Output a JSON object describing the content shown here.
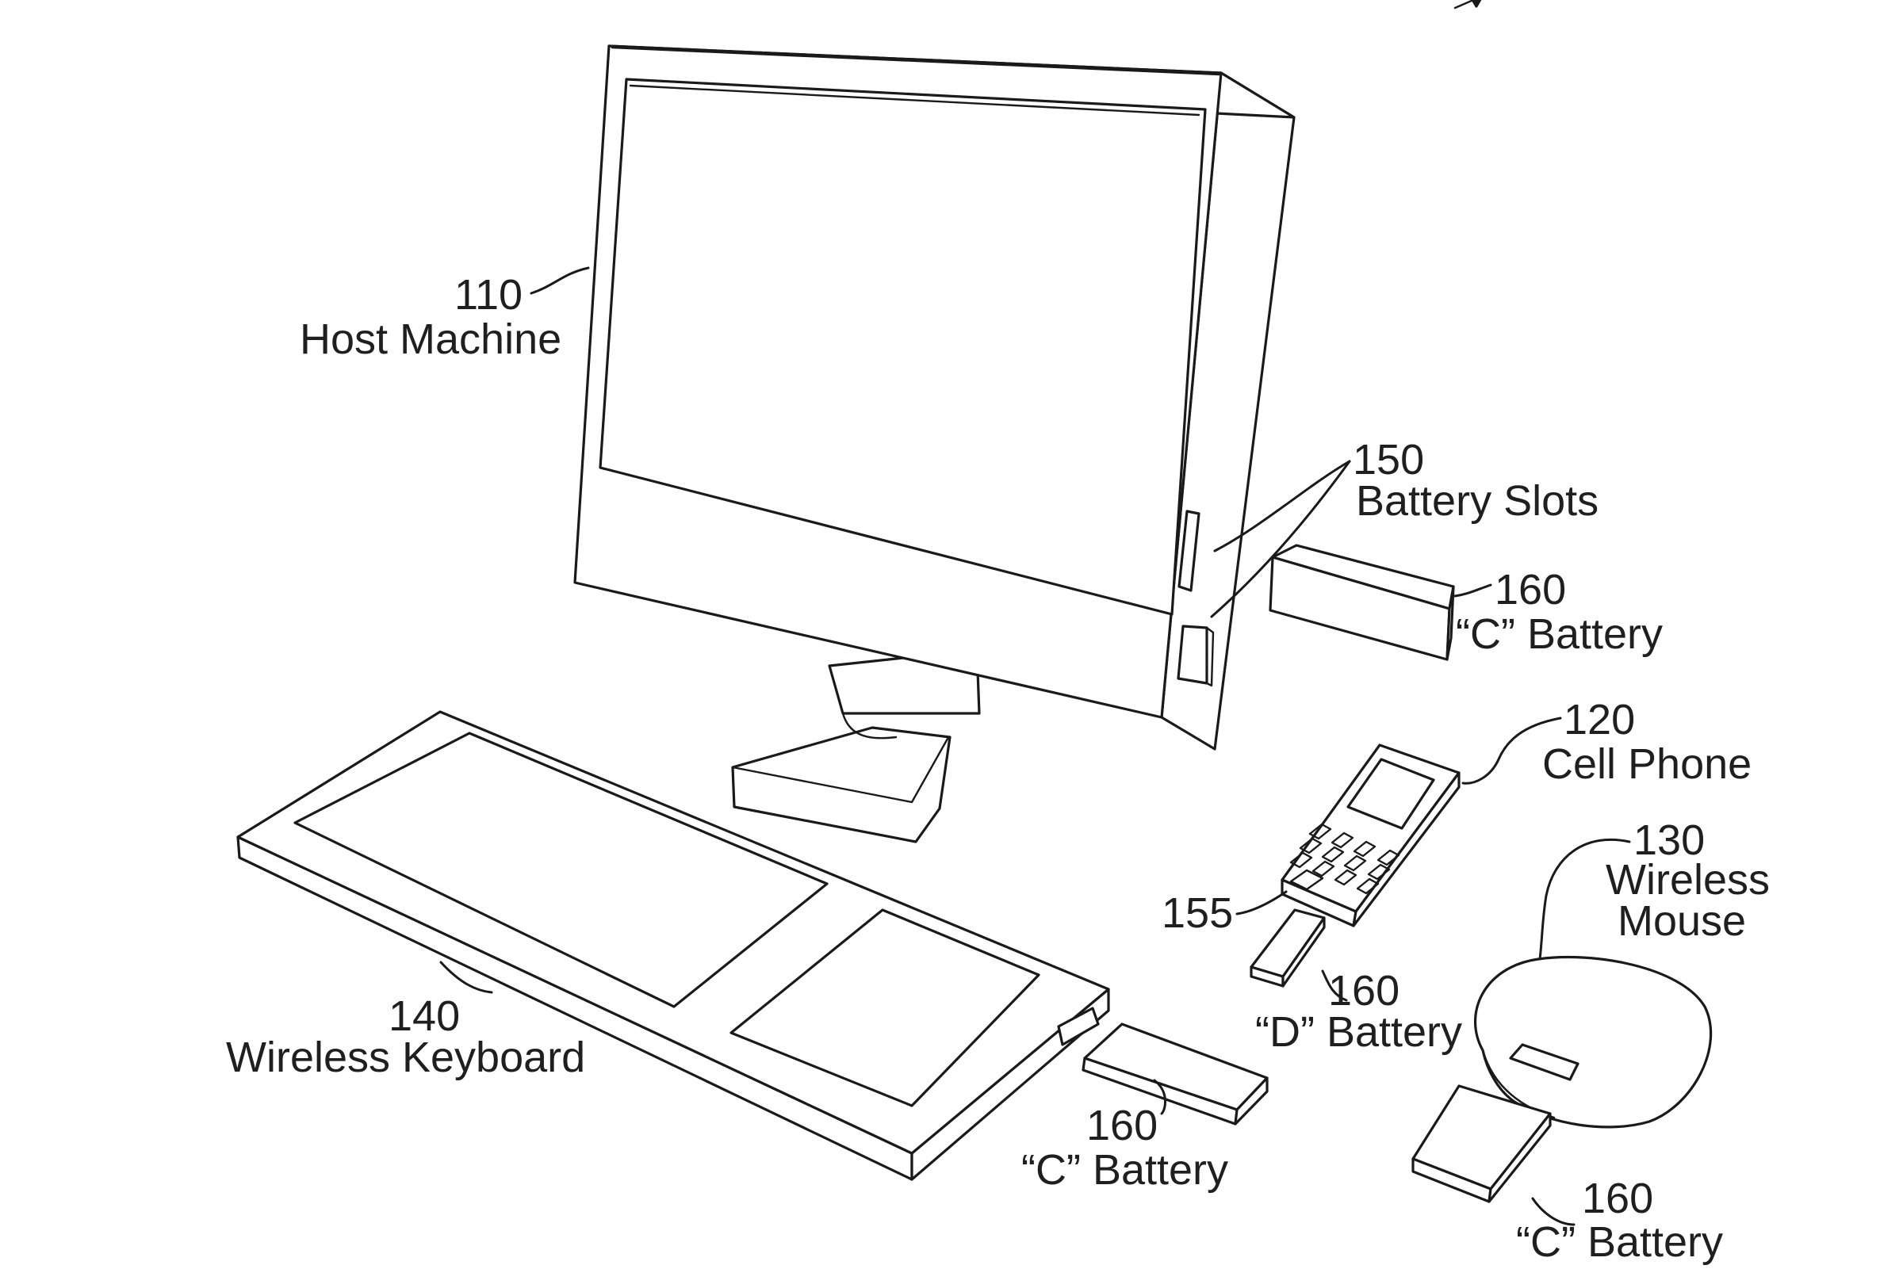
{
  "labels": {
    "host_machine_ref": "110",
    "host_machine_name": "Host Machine",
    "battery_slots_ref": "150",
    "battery_slots_name": "Battery Slots",
    "monitor_battery_ref": "160",
    "monitor_battery_name": "“C” Battery",
    "cell_phone_ref": "120",
    "cell_phone_name": "Cell Phone",
    "mouse_ref": "130",
    "mouse_name_line1": "Wireless",
    "mouse_name_line2": "Mouse",
    "phone_slot_ref": "155",
    "phone_battery_ref": "160",
    "phone_battery_name": "“D” Battery",
    "keyboard_ref": "140",
    "keyboard_name": "Wireless Keyboard",
    "keyboard_battery_ref": "160",
    "keyboard_battery_name": "“C” Battery",
    "mouse_battery_ref": "160",
    "mouse_battery_name": "“C” Battery"
  },
  "colors": {
    "line": "#1a1a1a",
    "background": "#ffffff"
  }
}
